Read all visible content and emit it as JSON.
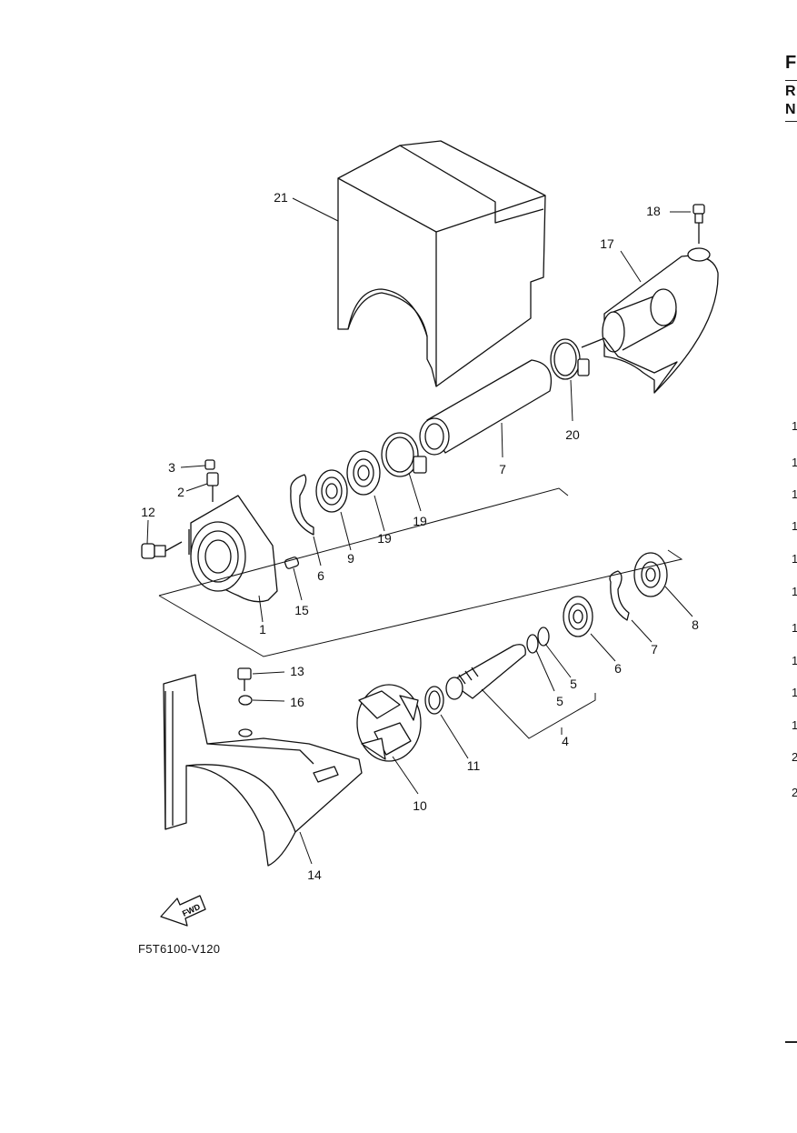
{
  "diagram": {
    "drawing_code": "F5T6100-V120",
    "fwd_label": "FWD",
    "part_numbers": [
      "21",
      "18",
      "17",
      "3",
      "2",
      "12",
      "19",
      "20",
      "7",
      "6",
      "9",
      "19",
      "1",
      "15",
      "8",
      "7",
      "6",
      "13",
      "16",
      "5",
      "5",
      "4",
      "11",
      "10",
      "14"
    ]
  },
  "right_edge": {
    "header_letters": [
      "F",
      "R",
      "N"
    ],
    "row_digits": [
      "1",
      "1",
      "1",
      "1",
      "1",
      "1",
      "1",
      "1",
      "1",
      "1",
      "2",
      "2"
    ]
  }
}
